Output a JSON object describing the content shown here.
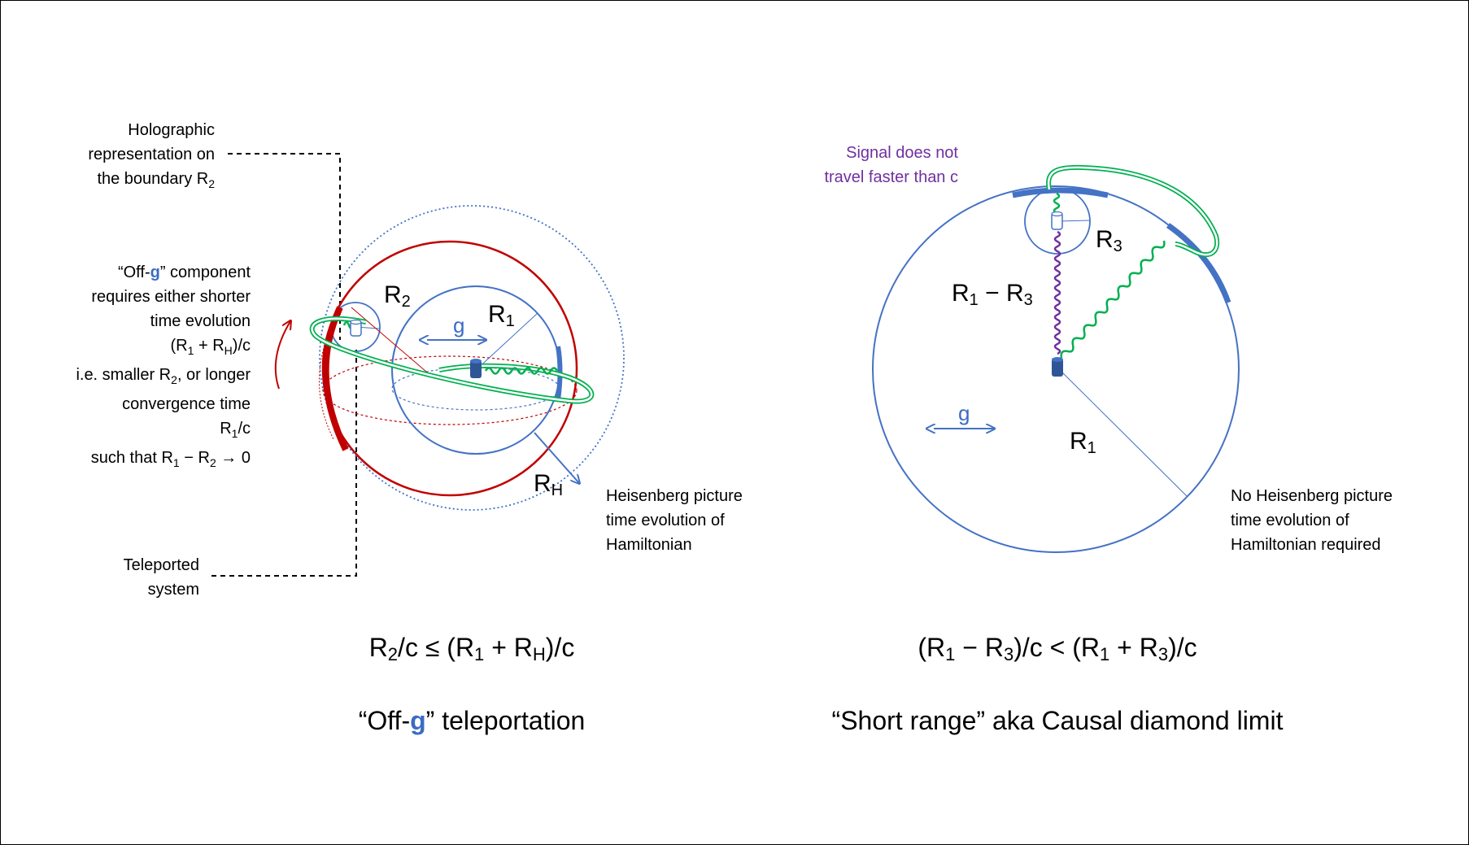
{
  "left_panel": {
    "holographic_label": {
      "line1": "Holographic",
      "line2": "representation on",
      "line3": "the boundary R",
      "line3_sub": "2"
    },
    "offg_note": {
      "line1_a": "“Off-",
      "line1_g": "g",
      "line1_b": "” component",
      "line2": "requires either shorter",
      "line3": "time evolution",
      "line4_a": "(R",
      "line4_s1": "1",
      "line4_b": " + R",
      "line4_s2": "H",
      "line4_c": ")/c",
      "line5_a": "i.e. smaller R",
      "line5_s": "2",
      "line5_b": ", or longer",
      "line6": "convergence time",
      "line7_a": "R",
      "line7_s": "1",
      "line7_b": "/c",
      "line8_a": "such that R",
      "line8_s1": "1",
      "line8_b": " − R",
      "line8_s2": "2",
      "line8_c": " → 0"
    },
    "teleported_label": {
      "line1": "Teleported",
      "line2": "system"
    },
    "heisenberg_note": {
      "line1": "Heisenberg picture",
      "line2": "time evolution of",
      "line3": "Hamiltonian"
    },
    "labels": {
      "R2": "R",
      "R2_sub": "2",
      "R1": "R",
      "R1_sub": "1",
      "RH": "R",
      "RH_sub": "H",
      "g": "g"
    },
    "formula": {
      "a": "R",
      "s1": "2",
      "b": "/c ≤ (R",
      "s2": "1",
      "c": " + R",
      "s3": "H",
      "d": ")/c"
    },
    "caption": {
      "a": "“Off-",
      "g": "g",
      "b": "” teleportation"
    }
  },
  "right_panel": {
    "signal_note": {
      "line1": "Signal does not",
      "line2": "travel faster than c"
    },
    "labels": {
      "R3": "R",
      "R3_sub": "3",
      "R1R3_a": "R",
      "R1R3_s1": "1",
      "R1R3_b": " − R",
      "R1R3_s2": "3",
      "R1": "R",
      "R1_sub": "1",
      "g": "g"
    },
    "no_heisenberg_note": {
      "line1": "No Heisenberg picture",
      "line2": "time evolution of",
      "line3": "Hamiltonian required"
    },
    "formula": {
      "a": "(R",
      "s1": "1",
      "b": " − R",
      "s2": "3",
      "c": ")/c < (R",
      "s3": "1",
      "d": " + R",
      "s4": "3",
      "e": ")/c"
    },
    "caption": "“Short range” aka Causal diamond limit"
  },
  "colors": {
    "blue": "#4472c4",
    "red": "#c00000",
    "green": "#00b050",
    "purple": "#7030a0",
    "g_label": "#3b6cc4"
  }
}
